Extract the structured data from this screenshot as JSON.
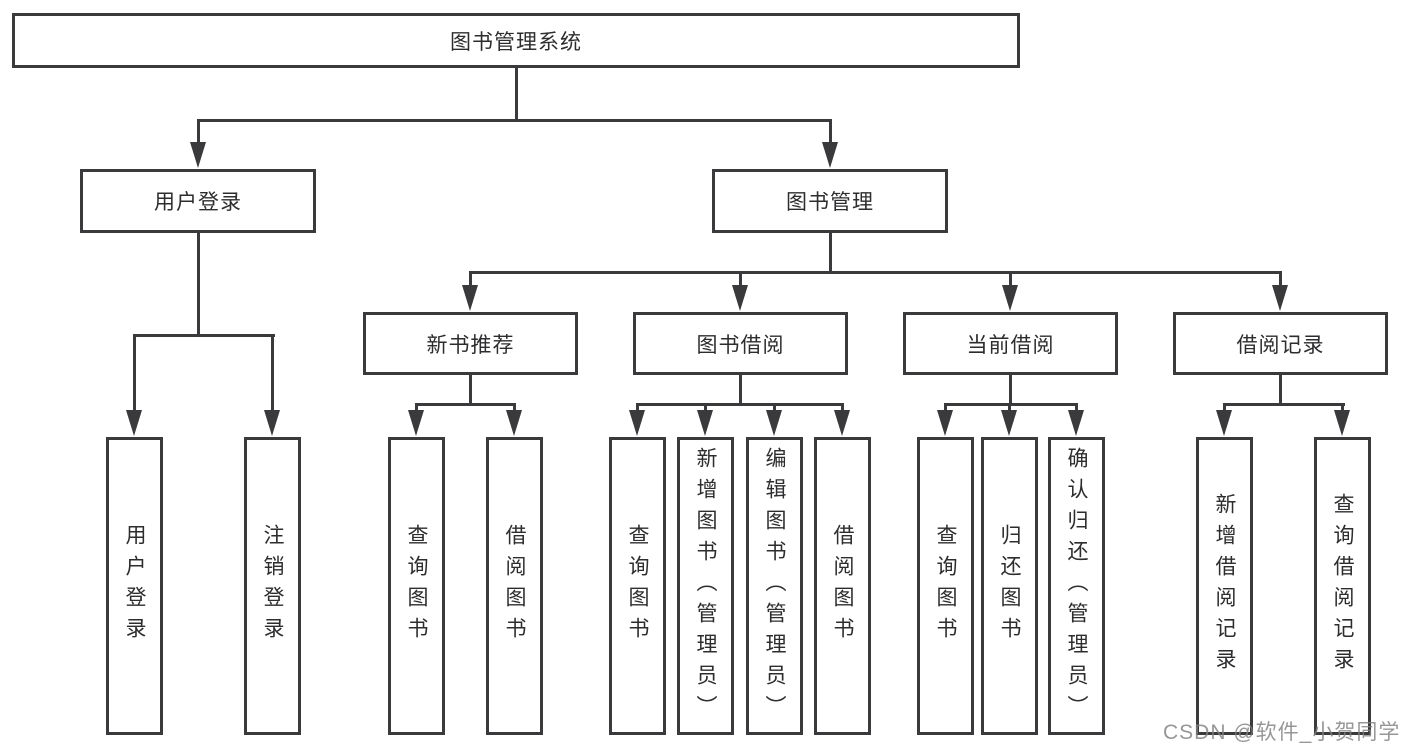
{
  "diagram": {
    "root": {
      "label": "图书管理系统"
    },
    "user_login": {
      "label": "用户登录",
      "children": [
        {
          "label": "用户登录"
        },
        {
          "label": "注销登录"
        }
      ]
    },
    "book_mgmt": {
      "label": "图书管理"
    },
    "new_book": {
      "label": "新书推荐",
      "children": [
        {
          "label": "查询图书"
        },
        {
          "label": "借阅图书"
        }
      ]
    },
    "borrow": {
      "label": "图书借阅",
      "children": [
        {
          "label": "查询图书"
        },
        {
          "label": "新增图书（管理员）"
        },
        {
          "label": "编辑图书（管理员）"
        },
        {
          "label": "借阅图书"
        }
      ]
    },
    "current": {
      "label": "当前借阅",
      "children": [
        {
          "label": "查询图书"
        },
        {
          "label": "归还图书"
        },
        {
          "label": "确认归还（管理员）"
        }
      ]
    },
    "records": {
      "label": "借阅记录",
      "children": [
        {
          "label": "新增借阅记录"
        },
        {
          "label": "查询借阅记录"
        }
      ]
    },
    "colors": {
      "line": "#3a3a3c",
      "text": "#2d2d2f",
      "background": "#ffffff"
    }
  },
  "watermark": {
    "text": "CSDN @软件_小贺同学"
  }
}
